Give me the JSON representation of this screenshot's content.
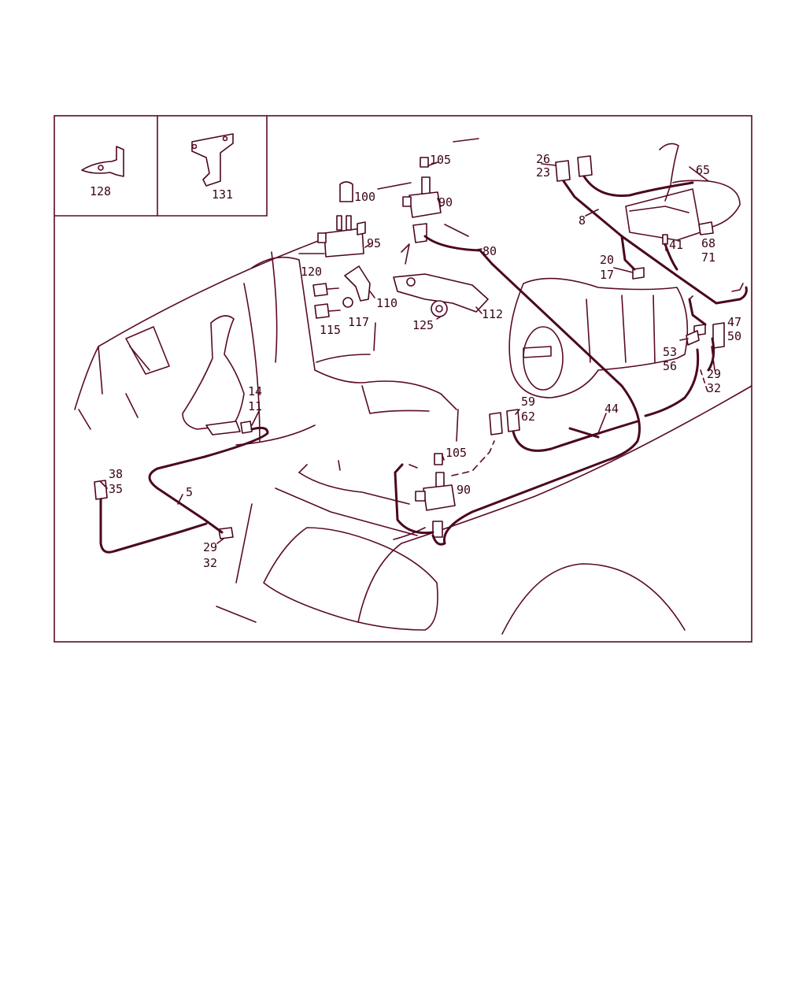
{
  "colors": {
    "ink": "#4a0622",
    "background": "#ffffff"
  },
  "labels": {
    "l128": "128",
    "l131": "131",
    "l105a": "105",
    "l100": "100",
    "l90a": "90",
    "l95": "95",
    "l26": "26",
    "l23": "23",
    "l65": "65",
    "l8": "8",
    "l80": "80",
    "l120": "120",
    "l110": "110",
    "l115": "115",
    "l117": "117",
    "l125": "125",
    "l112": "112",
    "l41": "41",
    "l68": "68",
    "l71": "71",
    "l20": "20",
    "l17": "17",
    "l47": "47",
    "l50": "50",
    "l53": "53",
    "l56": "56",
    "l29a": "29",
    "l32a": "32",
    "l14": "14",
    "l11": "11",
    "l59": "59",
    "l62": "62",
    "l44": "44",
    "l105b": "105",
    "l38": "38",
    "l35": "35",
    "l5": "5",
    "l90b": "90",
    "l29b": "29",
    "l32b": "32"
  }
}
